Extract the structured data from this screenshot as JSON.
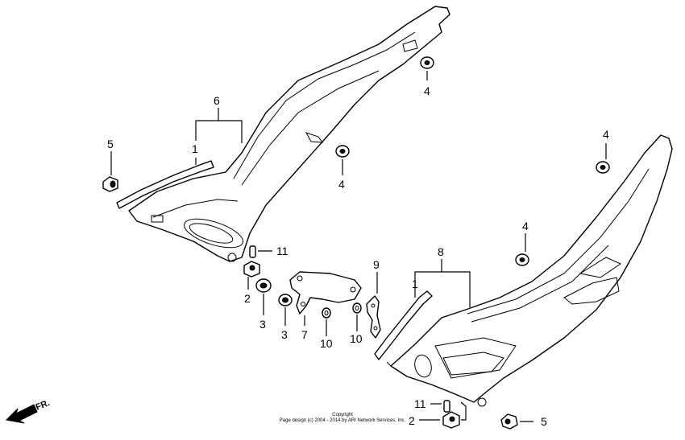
{
  "callouts": {
    "c1_left": "1",
    "c1_right": "1",
    "c2_left": "2",
    "c2_bottom": "2",
    "c3_a": "3",
    "c3_b": "3",
    "c4_top": "4",
    "c4_mid": "4",
    "c4_right_top": "4",
    "c4_right_mid": "4",
    "c5_left": "5",
    "c5_bottom": "5",
    "c6": "6",
    "c7": "7",
    "c8": "8",
    "c9": "9",
    "c10_a": "10",
    "c10_b": "10",
    "c11_left": "11",
    "c11_bottom": "11"
  },
  "direction_label": "FR.",
  "copyright": {
    "line1": "Copyright",
    "line2": "Page design (c) 2004 - 2014 by ARI Network Services, Inc."
  }
}
